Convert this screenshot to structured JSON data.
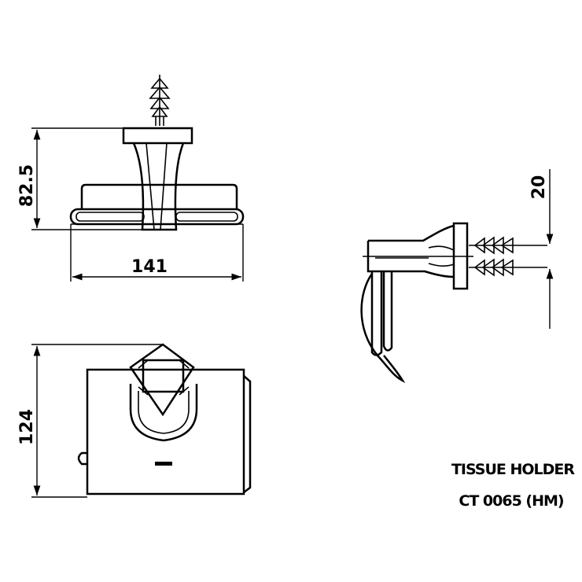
{
  "dimensions": {
    "height_top": "82.5",
    "width_top": "141",
    "height_front": "124",
    "side_offset": "20"
  },
  "title": {
    "line1": "TISSUE HOLDER",
    "line2": "CT 0065 (HM)"
  },
  "colors": {
    "ink": "#000000",
    "paper": "#ffffff"
  }
}
